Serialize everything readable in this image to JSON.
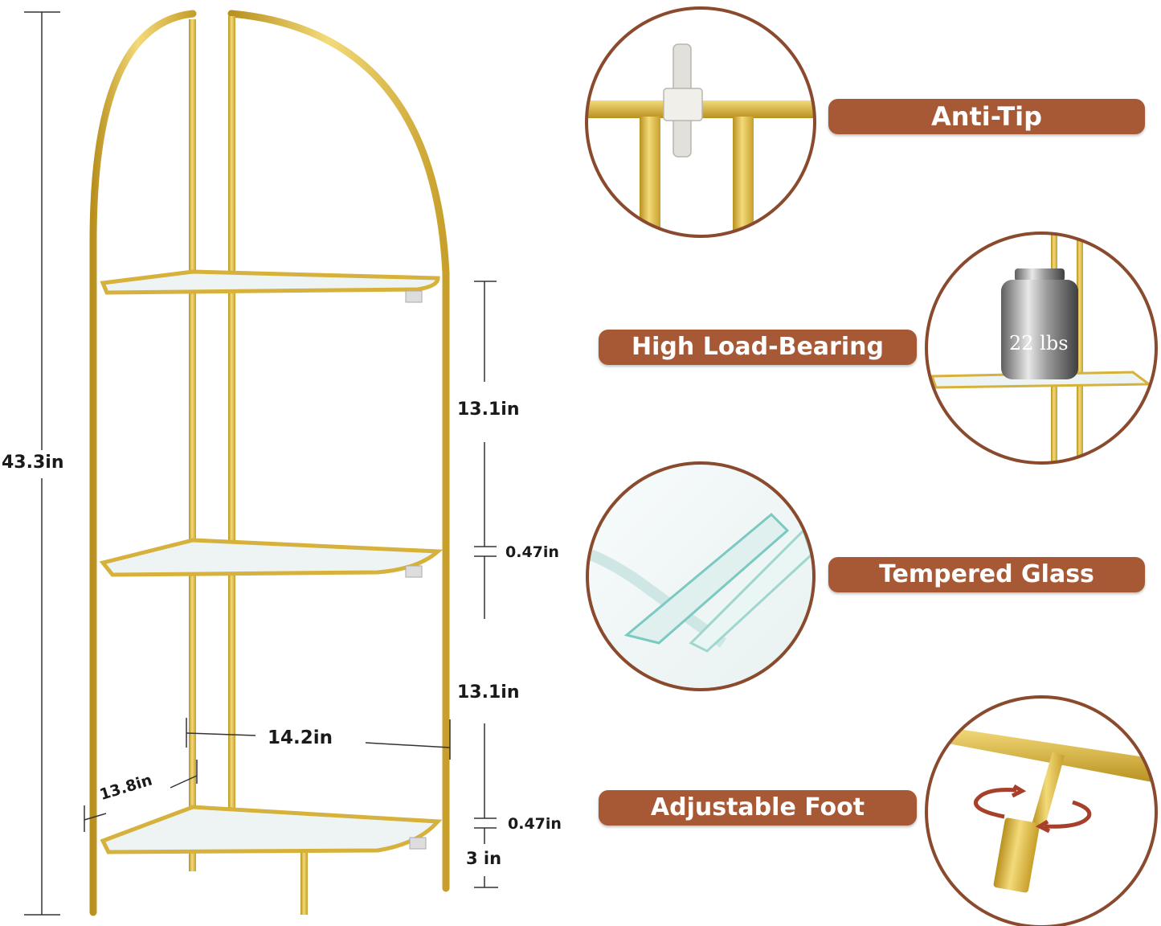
{
  "dimensions": {
    "total_height": "43.3in",
    "shelf_gap_upper": "13.1in",
    "shelf_gap_lower": "13.1in",
    "glass_thickness_upper": "0.47in",
    "glass_thickness_lower": "0.47in",
    "width": "14.2in",
    "depth": "13.8in",
    "foot_height": "3 in"
  },
  "features": [
    {
      "label": "Anti-Tip",
      "icon": "anti-tip-strap-icon"
    },
    {
      "label": "High Load-Bearing",
      "icon": "weight-icon"
    },
    {
      "label": "Tempered Glass",
      "icon": "glass-panel-icon"
    },
    {
      "label": "Adjustable Foot",
      "icon": "rotate-arrows-icon"
    }
  ],
  "load_callout": {
    "weight_label": "22 lbs"
  },
  "colors": {
    "accent_brown": "#a75835",
    "gold_frame": "#d6b13b",
    "circle_border": "#8a4a2e"
  }
}
